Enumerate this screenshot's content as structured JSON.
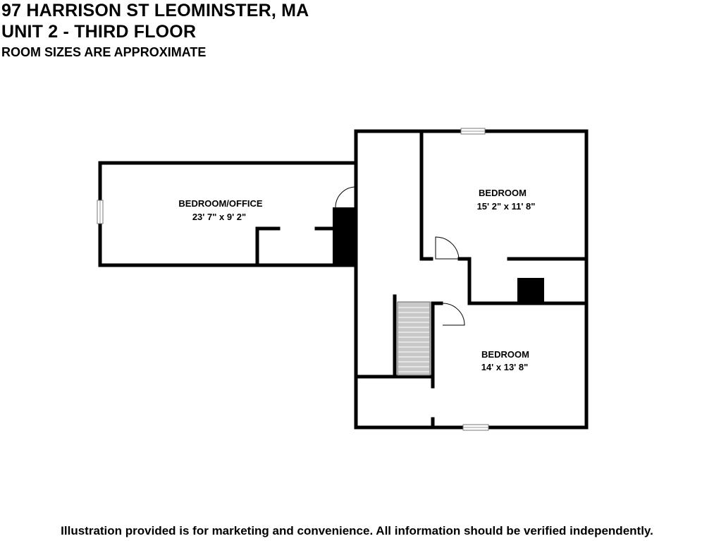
{
  "header": {
    "address": "97 HARRISON ST LEOMINSTER, MA",
    "unit": "UNIT 2 - THIRD FLOOR",
    "note": "ROOM SIZES ARE APPROXIMATE"
  },
  "rooms": {
    "office": {
      "name": "BEDROOM/OFFICE",
      "size": "23' 7\" x 9' 2\""
    },
    "bedroom_upper": {
      "name": "BEDROOM",
      "size": "15' 2\" x 11' 8\""
    },
    "bedroom_lower": {
      "name": "BEDROOM",
      "size": "14' x 13' 8\""
    }
  },
  "footer": {
    "disclaimer": "Illustration provided is for marketing and convenience. All information should be verified independently."
  },
  "colors": {
    "wall": "#000000",
    "window": "#d8d8d8",
    "stairs": "#c8c8c8"
  }
}
